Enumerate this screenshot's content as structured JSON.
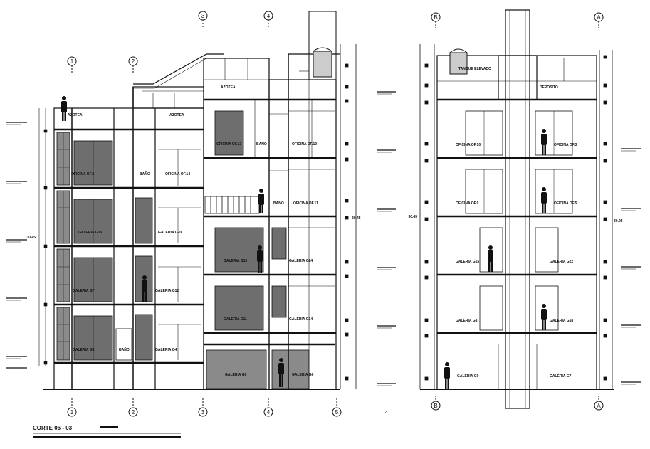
{
  "title": "CORTE 06 - 03",
  "section1": {
    "axes_top": [
      "1",
      "2",
      "3",
      "4"
    ],
    "axes_bottom": [
      "1",
      "2",
      "3",
      "4",
      "5"
    ],
    "height_dim": "30.45",
    "rooms": {
      "azotea_left": "AZOTEA",
      "azotea_mid": "AZOTEA",
      "azotea_top": "AZOTEA",
      "oficina_of2": "OFICINA OF.2",
      "bano_of": "BAÑO",
      "oficina_of14": "OFICINA OF.14",
      "oficina_of13": "OFICINA OF.13",
      "bano_13": "BAÑO",
      "oficina_of10": "OFICINA OF.10",
      "bano_5": "BAÑO",
      "oficina_of11": "OFICINA OF.11",
      "galeria_g16": "GALERIA G16",
      "galeria_g20": "GALERIA G20",
      "galeria_g15": "GALERIA G15",
      "galeria_g24": "GALERIA G24",
      "galeria_g7": "GALERIA G7",
      "galeria_g12": "GALERIA G12",
      "galeria_g11": "GALERIA G11",
      "galeria_g14": "GALERIA G14",
      "galeria_g3": "GALERIA G3",
      "bano_g": "BAÑO",
      "galeria_g4": "GALERIA G4",
      "galeria_g5": "GALERIA G5",
      "galeria_g6": "GALERIA G6"
    }
  },
  "section2": {
    "axes_top": [
      "B",
      "A"
    ],
    "axes_bottom": [
      "B",
      "A"
    ],
    "height_dim_left": "30.45",
    "height_dim_right": "30.95",
    "rooms": {
      "tanque": "TANQUE ELEVADO",
      "deposito": "DEPOSITO",
      "oficina_of10": "OFICINA OF.10",
      "oficina_of3": "OFICINA OF.3",
      "oficina_of9": "OFICINA OF.9",
      "oficina_of5": "OFICINA OF.5",
      "galeria_g15": "GALERIA G15",
      "galeria_g22": "GALERIA G22",
      "galeria_g8": "GALERIA G8",
      "galeria_g18": "GALERIA G18",
      "galeria_g9": "GALERIA G9",
      "galeria_g7": "GALERIA G7"
    }
  }
}
